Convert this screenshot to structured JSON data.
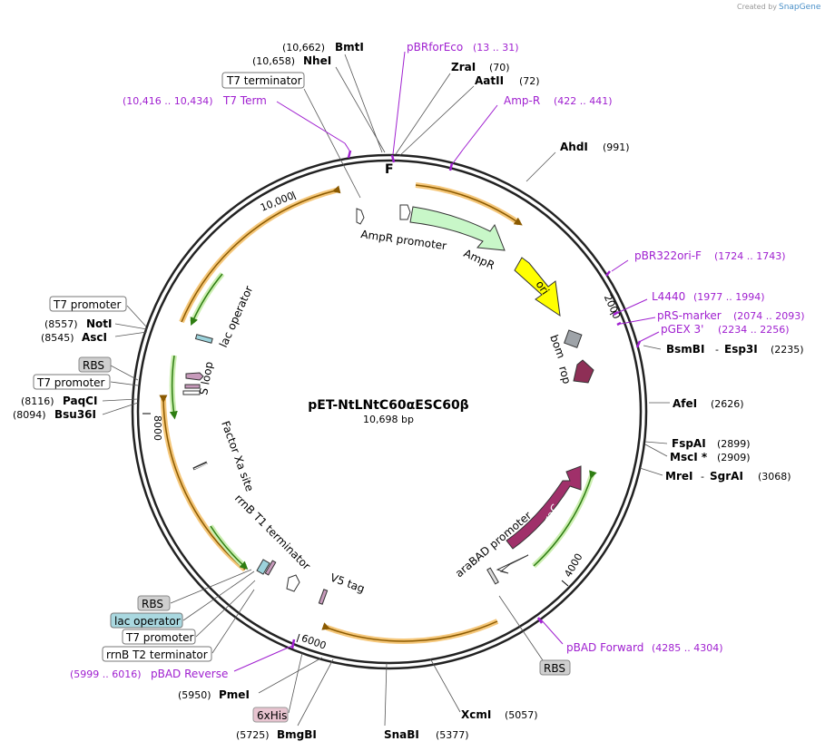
{
  "header": {
    "credit": "Created by",
    "brand": "SnapGene"
  },
  "plasmid": {
    "name": "pET-NtLNtC60αESC60β",
    "size": "10,698 bp"
  },
  "ticks": [
    "10,000",
    "2000",
    "4000",
    "6000",
    "8000"
  ],
  "enzymes": {
    "bmti": {
      "coord": "(10,662)",
      "name": "BmtI"
    },
    "nhei": {
      "coord": "(10,658)",
      "name": "NheI"
    },
    "zrai": {
      "name": "ZraI",
      "coord": "(70)"
    },
    "aatii": {
      "name": "AatII",
      "coord": "(72)"
    },
    "ahdi": {
      "name": "AhdI",
      "coord": "(991)"
    },
    "bsmbi": {
      "name": "BsmBI",
      "sep": "-",
      "name2": "Esp3I",
      "coord": "(2235)"
    },
    "afei": {
      "name": "AfeI",
      "coord": "(2626)"
    },
    "fspai": {
      "name": "FspAI",
      "coord": "(2899)"
    },
    "msci": {
      "name": "MscI *",
      "coord": "(2909)"
    },
    "mrei": {
      "name": "MreI",
      "sep": "-",
      "name2": "SgrAI",
      "coord": "(3068)"
    },
    "xcmi": {
      "name": "XcmI",
      "coord": "(5057)"
    },
    "snabi": {
      "name": "SnaBI",
      "coord": "(5377)"
    },
    "bmgbi": {
      "coord": "(5725)",
      "name": "BmgBI"
    },
    "pmei": {
      "coord": "(5950)",
      "name": "PmeI"
    },
    "noti": {
      "coord": "(8557)",
      "name": "NotI"
    },
    "asci": {
      "coord": "(8545)",
      "name": "AscI"
    },
    "paqci": {
      "coord": "(8116)",
      "name": "PaqCI"
    },
    "bsu36i": {
      "coord": "(8094)",
      "name": "Bsu36I"
    }
  },
  "primers": {
    "pbrforeco": {
      "name": "pBRforEco",
      "range": "(13 .. 31)"
    },
    "ampr": {
      "name": "Amp-R",
      "range": "(422 .. 441)"
    },
    "t7term": {
      "range": "(10,416 .. 10,434)",
      "name": "T7 Term"
    },
    "pbr322ori": {
      "name": "pBR322ori-F",
      "range": "(1724 .. 1743)"
    },
    "l4440": {
      "name": "L4440",
      "range": "(1977 .. 1994)"
    },
    "prs": {
      "name": "pRS-marker",
      "range": "(2074 .. 2093)"
    },
    "pgex": {
      "name": "pGEX 3'",
      "range": "(2234 .. 2256)"
    },
    "pbadfwd": {
      "name": "pBAD Forward",
      "range": "(4285 .. 4304)"
    },
    "pbadrev": {
      "range": "(5999 .. 6016)",
      "name": "pBAD Reverse"
    }
  },
  "boxed": {
    "t7terminator": "T7 terminator",
    "t7promoter1": "T7 promoter",
    "rbs1": "RBS",
    "t7promoter2": "T7 promoter",
    "rbs2": "RBS",
    "lacop": "lac operator",
    "t7promoter3": "T7 promoter",
    "rrnbt2": "rrnB T2 terminator",
    "his": "6xHis",
    "rbs3": "RBS"
  },
  "features": {
    "amprpromoter": "AmpR promoter",
    "ampr": "AmpR",
    "ori": "ori",
    "bom": "bom",
    "rop": "rop",
    "arac": "araC",
    "arabad": "araBAD promoter",
    "v5": "V5 tag",
    "rrnbt1": "rrnB T1 terminator",
    "factorxa": "Factor Xa site",
    "sloop": "S loop",
    "lacop": "lac operator",
    "f": "F"
  },
  "colors": {
    "ampr": "#c8f7c8",
    "ori": "#ffff00",
    "arac": "#a0306a",
    "orf": "#f5b041",
    "orfInner": "#8b5a00",
    "green": "#4caf25",
    "primer": "#a020d0",
    "bom": "#9ea3a8",
    "rop": "#8e2f56"
  }
}
